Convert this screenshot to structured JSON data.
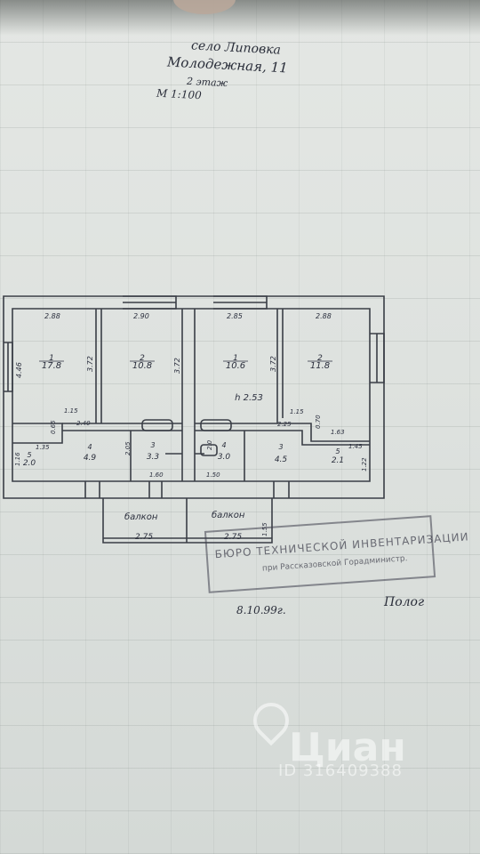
{
  "header": {
    "line1": "село Липовка",
    "line2": "Молодежная, 11",
    "line3": "2 этаж",
    "scale": "М 1:100"
  },
  "plan": {
    "dimensions_top": [
      "2.88",
      "2.90",
      "2.85",
      "2.88"
    ],
    "dimensions_side": [
      "4.46",
      "3.72",
      "3.72",
      "3.72"
    ],
    "rooms": [
      {
        "num": "1",
        "area": "17.8"
      },
      {
        "num": "2",
        "area": "10.8"
      },
      {
        "num": "1",
        "area": "10.6"
      },
      {
        "num": "2",
        "area": "11.8"
      },
      {
        "num": "5",
        "area": "2.0"
      },
      {
        "num": "4",
        "area": "4.9"
      },
      {
        "num": "3",
        "area": "3.3"
      },
      {
        "num": "4",
        "area": "3.0"
      },
      {
        "num": "3",
        "area": "4.5"
      },
      {
        "num": "5",
        "area": "2.1"
      }
    ],
    "height_label": "h 2.53",
    "misc_dims": [
      "1.15",
      "2.40",
      "0.65",
      "1.35",
      "1.16",
      "2.05",
      "1.60",
      "1.50",
      "2.0",
      "2.25",
      "1.15",
      "0.70",
      "1.63",
      "1.45",
      "1.22"
    ],
    "balconies": [
      {
        "label": "балкон",
        "width": "2.75"
      },
      {
        "label": "балкон",
        "width": "2.75",
        "side": "1.55"
      }
    ]
  },
  "stamp": {
    "line1": "БЮРО ТЕХНИЧЕСКОЙ ИНВЕНТАРИЗАЦИИ",
    "line2": "при Рассказовской Горадминистр."
  },
  "footer": {
    "date": "8.10.99г.",
    "signature": "Полог"
  },
  "watermark": {
    "brand": "Циан",
    "id": "ID 316409388"
  }
}
